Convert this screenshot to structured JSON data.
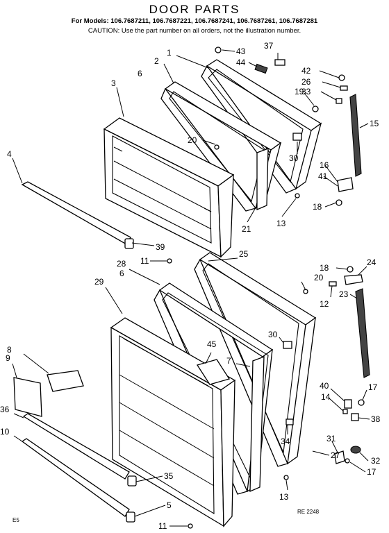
{
  "title": "DOOR PARTS",
  "models_line": "For Models: 106.7687211, 106.7687221, 106.7687241, 106.7687261, 106.7687281",
  "caution_line": "CAUTION: Use the part number on all orders, not the illustration number.",
  "callouts": {
    "c1": "1",
    "c2": "2",
    "c3": "3",
    "c4": "4",
    "c5": "5",
    "c6a": "6",
    "c6b": "6",
    "c7": "7",
    "c8": "8",
    "c9": "9",
    "c10": "10",
    "c11a": "11",
    "c11b": "11",
    "c12": "12",
    "c13a": "13",
    "c13b": "13",
    "c14": "14",
    "c15": "15",
    "c16": "16",
    "c17a": "17",
    "c17b": "17",
    "c18a": "18",
    "c18b": "18",
    "c19": "19",
    "c20a": "20",
    "c20b": "20",
    "c21": "21",
    "c23": "23",
    "c24": "24",
    "c25": "25",
    "c26": "26",
    "c27": "27",
    "c28": "28",
    "c29": "29",
    "c30a": "30",
    "c30b": "30",
    "c31": "31",
    "c32": "32",
    "c33": "33",
    "c34": "34",
    "c35": "35",
    "c36": "36",
    "c37": "37",
    "c38": "38",
    "c39": "39",
    "c40": "40",
    "c41": "41",
    "c42": "42",
    "c43": "43",
    "c44": "44",
    "c45": "45"
  },
  "page_code": "E5",
  "ref_code": "RE 2248"
}
